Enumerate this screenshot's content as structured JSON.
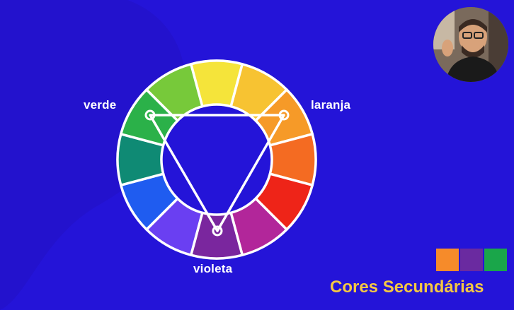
{
  "labels": {
    "verde": "verde",
    "laranja": "laranja",
    "violeta": "violeta"
  },
  "footer": {
    "title": "Cores Secundárias"
  },
  "colors": {
    "background": "#2414d8",
    "background_shape": "#2210c4",
    "title": "#f5c842",
    "wheel_segments": [
      "#f5e43a",
      "#f7c332",
      "#f69a28",
      "#f46b22",
      "#ee2418",
      "#b2269a",
      "#7a269e",
      "#6a3ff2",
      "#1f5cf0",
      "#0f8a74",
      "#2bb149",
      "#77c93a"
    ],
    "swatches": [
      "#f68b2a",
      "#6a2aa0",
      "#1aa64a"
    ]
  },
  "swatch_names": [
    "orange-swatch",
    "violet-swatch",
    "green-swatch"
  ]
}
